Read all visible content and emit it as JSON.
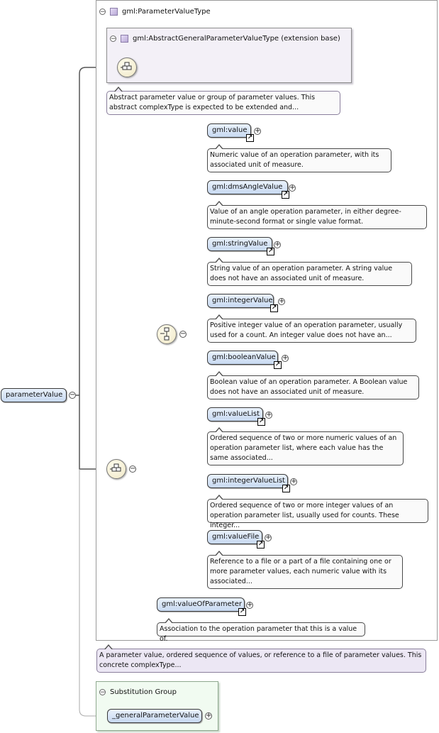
{
  "root": {
    "label": "parameterValue"
  },
  "type_box": {
    "title": "gml:ParameterValueType"
  },
  "base_box": {
    "title": "gml:AbstractGeneralParameterValueType (extension base)"
  },
  "base_doc": "Abstract parameter value or group of parameter values. This abstract complexType is expected to be extended and...",
  "choice_elements": [
    {
      "label": "gml:value",
      "doc": "Numeric value of an operation parameter, with its associated unit of measure."
    },
    {
      "label": "gml:dmsAngleValue",
      "doc": "Value of an angle operation parameter, in either degree-minute-second format or single value format."
    },
    {
      "label": "gml:stringValue",
      "doc": "String value of an operation parameter. A string value does not have an associated unit of measure."
    },
    {
      "label": "gml:integerValue",
      "doc": "Positive integer value of an operation parameter, usually used for a count. An integer value does not have an..."
    },
    {
      "label": "gml:booleanValue",
      "doc": "Boolean value of an operation parameter. A Boolean value does not have an associated unit of measure."
    },
    {
      "label": "gml:valueList",
      "doc": "Ordered sequence of two or more numeric values of an operation parameter list, where each value has the same associated..."
    },
    {
      "label": "gml:integerValueList",
      "doc": "Ordered sequence of two or more integer values of an operation parameter list, usually used for counts. These integer..."
    },
    {
      "label": "gml:valueFile",
      "doc": "Reference to a file or a part of a file containing one or more parameter values, each numeric value with its associated..."
    }
  ],
  "value_of_parameter": {
    "label": "gml:valueOfParameter",
    "doc": "Association to the operation parameter that this is a value of."
  },
  "root_doc": "A parameter value, ordered sequence of values, or reference to a file of parameter values. This concrete complexType...",
  "substitution": {
    "title": "Substitution Group",
    "item": "_generalParameterValue"
  },
  "icons": {
    "collapse": "−",
    "expand": "+",
    "link": "↗"
  },
  "colors": {
    "element_fill": "#c7d9f1",
    "base_fill": "#f3f0f7",
    "substitution_fill": "#f1fbf1"
  }
}
